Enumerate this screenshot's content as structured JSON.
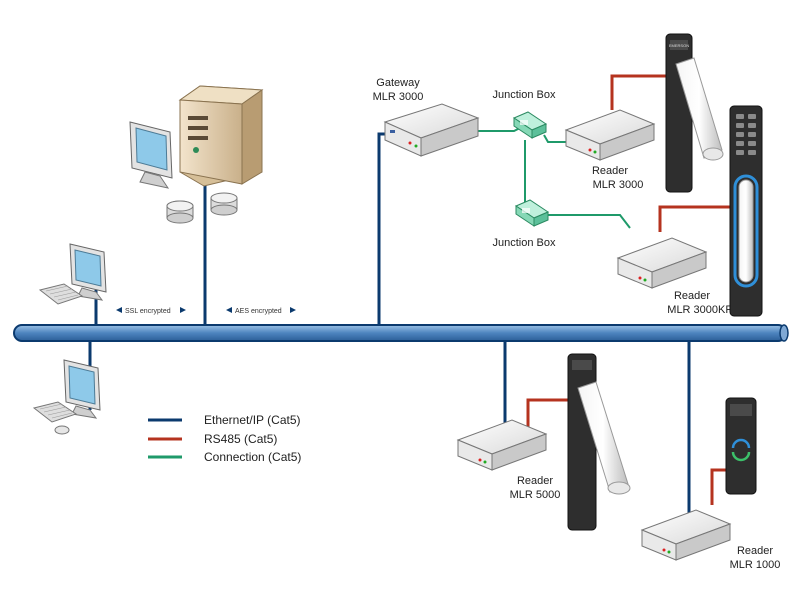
{
  "labels": {
    "gateway_line1": "Gateway",
    "gateway_line2": "MLR 3000",
    "junction_box_top": "Junction Box",
    "junction_box_bottom": "Junction Box",
    "reader_3000_line1": "Reader",
    "reader_3000_line2": "MLR 3000",
    "reader_3000kp_line1": "Reader",
    "reader_3000kp_line2": "MLR 3000KP",
    "reader_5000_line1": "Reader",
    "reader_5000_line2": "MLR 5000",
    "reader_1000_line1": "Reader",
    "reader_1000_line2": "MLR 1000",
    "ssl": "SSL encrypted",
    "aes": "AES encrypted",
    "brand": "EMERSON"
  },
  "legend": [
    {
      "label": "Ethernet/IP (Cat5)",
      "color": "#0b3a6e"
    },
    {
      "label": "RS485 (Cat5)",
      "color": "#b5331f"
    },
    {
      "label": "Connection (Cat5)",
      "color": "#1f9a6a"
    }
  ],
  "colors": {
    "ethernet": "#0b3a6e",
    "rs485": "#b5331f",
    "connection": "#1f9a6a",
    "bus_fill": "#5b8fc4",
    "bus_edge": "#0b3a6e"
  }
}
